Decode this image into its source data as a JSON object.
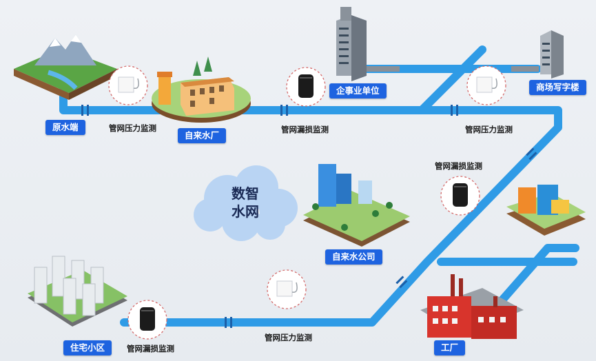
{
  "cloud": {
    "line1": "数智",
    "line2": "水网"
  },
  "nodes": {
    "source": "原水端",
    "waterworks": "自来水厂",
    "enterprise": "企事业单位",
    "commercial": "商场写字楼",
    "company": "自来水公司",
    "residential": "住宅小区",
    "factory": "工厂"
  },
  "monitors": {
    "pressure_1": "管网压力监测",
    "leak_1": "管网漏损监测",
    "pressure_2": "管网压力监测",
    "leak_2": "管网漏损监测",
    "pressure_3": "管网压力监测",
    "leak_3": "管网漏损监测"
  },
  "colors": {
    "pipe": "#2f9be6",
    "tag": "#1e63e0",
    "cloud": "#b9d4f3",
    "building_red": "#d8342c"
  }
}
